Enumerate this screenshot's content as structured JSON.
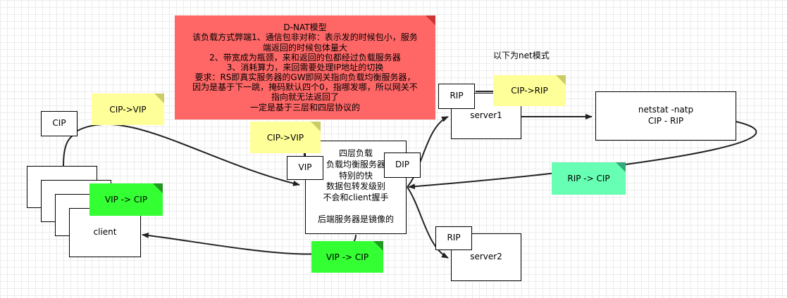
{
  "red_note": {
    "lines": [
      "D-NAT模型",
      "该负载方式弊端1、通信包非对称：表示发的时候包小，服务",
      "端返回的时候包体量大",
      "2、带宽成为瓶颈，来和返回的包都经过负载服务器",
      "3、消耗算力，来回需要处理IP地址的切换",
      "要求：RS即真实服务器的GW即网关指向负载均衡服务器，",
      "因为是基于下一跳，掩码默认四个0，指哪发哪，所以网关不",
      "指向就无法返回了",
      "一定是基于三层和四层协议的"
    ],
    "color": "#ff6666"
  },
  "net_mode_label": "以下为net模式",
  "load_balancer": {
    "lines": [
      "四层负载",
      "负载均衡服务器",
      "特别的快",
      "数据包转发级别",
      "不会和client握手",
      "",
      "后端服务器是镜像的"
    ]
  },
  "client": {
    "label": "client"
  },
  "server1": {
    "label": "server1"
  },
  "server2": {
    "label": "server2"
  },
  "netstat_box": {
    "line1": "netstat -natp",
    "line2": "CIP - RIP"
  },
  "tags": {
    "cip": "CIP",
    "vip": "VIP",
    "dip": "DIP",
    "rip1": "RIP",
    "rip2": "RIP"
  },
  "notes": {
    "cip_vip_1": "CIP->VIP",
    "cip_vip_2": "CIP->VIP",
    "cip_rip": "CIP->RIP",
    "rip_cip": "RIP -> CIP",
    "vip_cip_1": "VIP -> CIP",
    "vip_cip_2": "VIP -> CIP"
  },
  "colors": {
    "yellow_note": "#ffff99",
    "green_note": "#33ff33",
    "teal_note": "#66ffb3",
    "red_fold": "#cc3333"
  }
}
